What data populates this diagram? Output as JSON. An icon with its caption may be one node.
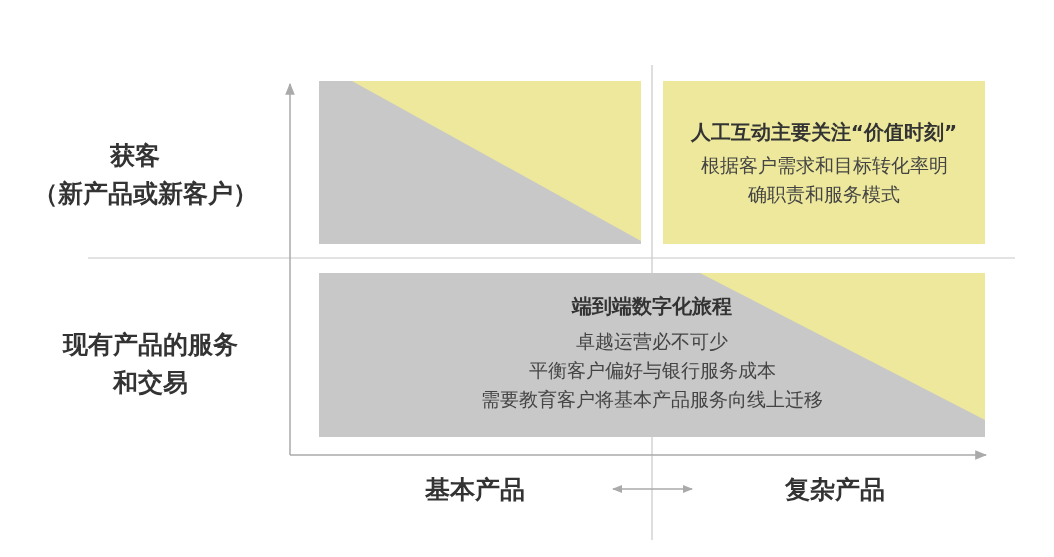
{
  "diagram": {
    "nodes": [
      {
        "text": [],
        "shape": "box"
      },
      {
        "text": [
          "人工互动主要关注“价值时刻”",
          "根据客户需求和目标转化率明确职责和服务模式"
        ]
      },
      {
        "text": [
          "端到端数字化旅程",
          "卓越运营必不可少",
          "平衡客户偏好与银行服务成本",
          "需要教育客户将基本产品服务向线上迁移"
        ]
      }
    ],
    "edges": [],
    "labels": [
      "获客",
      "（新产品或新客户）",
      "现有产品的服务和交易",
      "基本产品",
      "复杂产品"
    ]
  }
}
